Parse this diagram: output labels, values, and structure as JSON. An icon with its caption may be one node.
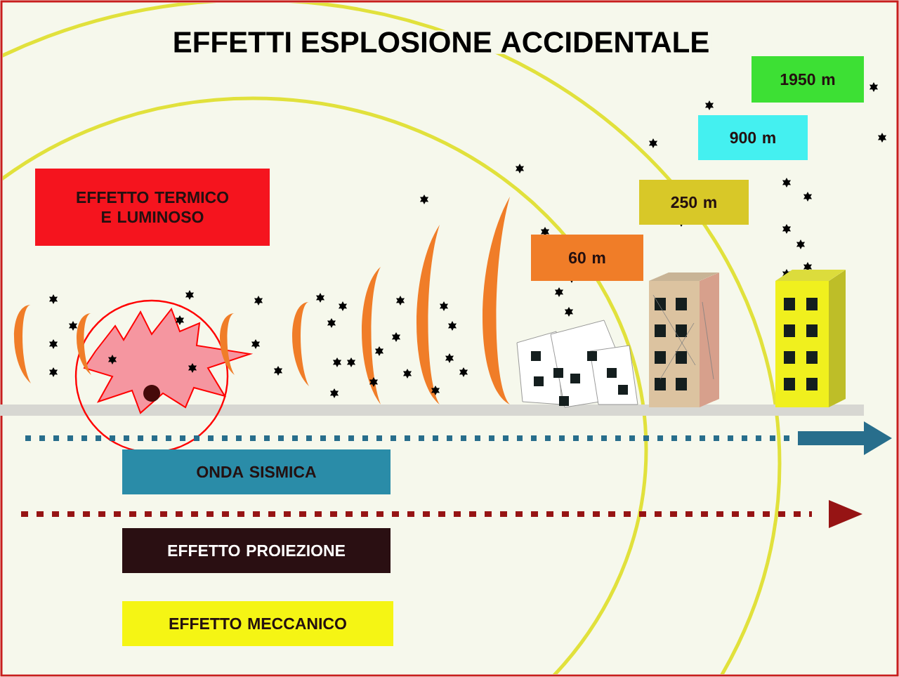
{
  "diagram": {
    "title": "EFFETTI ESPLOSIONE ACCIDENTALE",
    "nodes": [
      {
        "text": [
          "EFFETTO TERMICO E LUMINOSO"
        ]
      },
      {
        "text": [
          "60 m"
        ]
      },
      {
        "text": [
          "250 m"
        ]
      },
      {
        "text": [
          "900 m"
        ]
      },
      {
        "text": [
          "1950 m"
        ]
      },
      {
        "text": [
          "ONDA SISMICA"
        ]
      },
      {
        "text": [
          "EFFETTO PROIEZIONE"
        ]
      },
      {
        "text": [
          "EFFETTO MECCANICO"
        ]
      }
    ]
  }
}
